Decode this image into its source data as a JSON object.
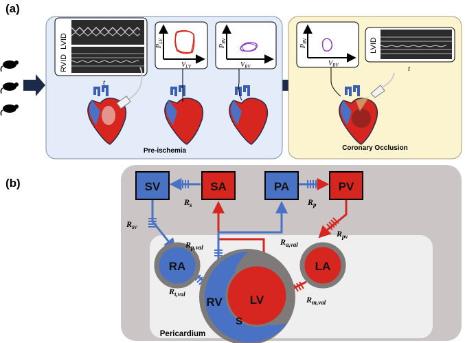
{
  "panel_a": {
    "label": "(a)",
    "pre_ischemia": {
      "caption": "Pre-ischemia",
      "mmode_top_label": "LVID",
      "mmode_bottom_label": "RVID",
      "time_label": "t",
      "pv_lv": {
        "y_label": "P",
        "y_sub": "LV",
        "x_label": "V",
        "x_sub": "LV"
      },
      "pv_rv": {
        "y_label": "P",
        "y_sub": "RV",
        "x_label": "V",
        "x_sub": "RV"
      }
    },
    "occlusion": {
      "caption": "Coronary Occlusion",
      "mmode_label": "LVID",
      "time_label": "t",
      "pv_rv": {
        "y_label": "P",
        "y_sub": "RV",
        "x_label": "V",
        "x_sub": "RV"
      }
    }
  },
  "panel_b": {
    "label": "(b)",
    "boxes": {
      "sv": "SV",
      "sa": "SA",
      "pa": "PA",
      "pv": "PV"
    },
    "chambers": {
      "ra": "RA",
      "la": "LA",
      "rv": "RV",
      "lv": "LV",
      "s": "S"
    },
    "pericardium": "Pericardium",
    "resistors": {
      "rs": {
        "main": "R",
        "sub": "s"
      },
      "rp": {
        "main": "R",
        "sub": "p"
      },
      "rsv": {
        "main": "R",
        "sub": "sv"
      },
      "rpv": {
        "main": "R",
        "sub": "pv"
      },
      "rpval": {
        "main": "R",
        "sub": "p,val"
      },
      "raval": {
        "main": "R",
        "sub": "a,val"
      },
      "rtval": {
        "main": "R",
        "sub": "t,val"
      },
      "rmval": {
        "main": "R",
        "sub": "m,val"
      }
    }
  },
  "colors": {
    "blue": "#4a72c4",
    "red": "#d6261f",
    "navy": "#1c2a4a",
    "panel_blue": "#e3ecf8",
    "panel_yellow": "#fcf3cf",
    "outer_gray": "#cbc5c5",
    "inner_gray": "#efefef"
  }
}
